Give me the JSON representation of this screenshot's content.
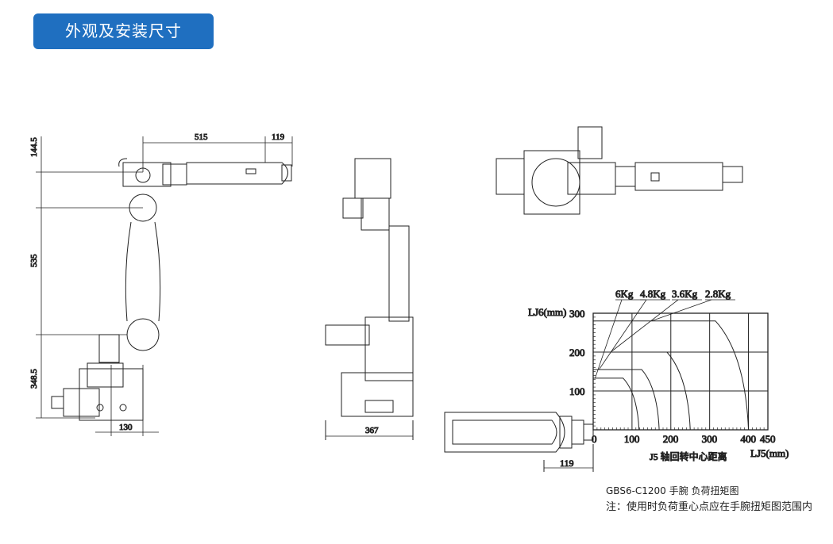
{
  "header": {
    "title": "外观及安装尺寸"
  },
  "side_view": {
    "dims": {
      "top_offset": "144.5",
      "upper_arm": "535",
      "base_height": "348.5",
      "forearm": "515",
      "wrist": "119",
      "base_offset": "130"
    }
  },
  "front_view": {
    "dims": {
      "width": "367"
    }
  },
  "wrist_view": {
    "dims": {
      "wrist": "119"
    }
  },
  "chart_data": {
    "type": "line",
    "title": "GBS6-C1200 手腕  负荷扭矩图",
    "note": "注：使用时负荷重心点应在手腕扭矩图范围内",
    "xlabel": "LJ5(mm)",
    "xlabel2": "J5 轴回转中心距离",
    "ylabel": "LJ6(mm)",
    "xlim": [
      0,
      450
    ],
    "ylim": [
      0,
      300
    ],
    "xticks": [
      "0",
      "100",
      "200",
      "300",
      "400",
      "450"
    ],
    "yticks": [
      "100",
      "200",
      "300"
    ],
    "series": [
      {
        "name": "6Kg",
        "flat_y": 133,
        "knee_x": 77,
        "end_x": 118
      },
      {
        "name": "4.8Kg",
        "flat_y": 155,
        "knee_x": 125,
        "end_x": 170
      },
      {
        "name": "3.6Kg",
        "flat_y": 200,
        "knee_x": 190,
        "end_x": 250
      },
      {
        "name": "2.8Kg",
        "flat_y": 280,
        "knee_x": 315,
        "end_x": 400
      }
    ]
  }
}
